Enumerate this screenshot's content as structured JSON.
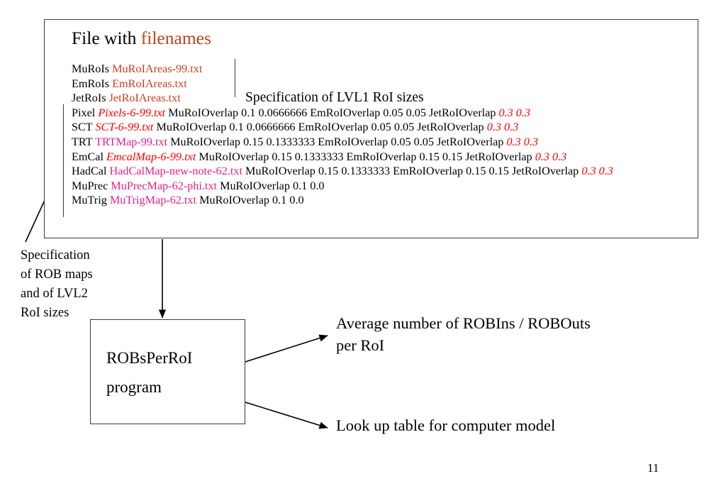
{
  "slide": {
    "page_number": "11"
  },
  "file_panel": {
    "title_plain": "File with ",
    "title_accent": "filenames",
    "accent_color": "#c8401c",
    "side_note": "Specification of LVL1 RoI sizes",
    "entries": [
      {
        "label": "MuRoIs",
        "filename": "MuRoIAreas-99.txt",
        "filename_style": "orange",
        "params": "",
        "tail": "",
        "tail_style": "none"
      },
      {
        "label": "EmRoIs",
        "filename": "EmRoIAreas.txt",
        "filename_style": "orange",
        "params": "",
        "tail": "",
        "tail_style": "none"
      },
      {
        "label": "JetRoIs",
        "filename": "JetRoIAreas.txt",
        "filename_style": "orange",
        "params": "",
        "tail": "",
        "tail_style": "none"
      },
      {
        "label": "Pixel",
        "filename": "Pixels-6-99.txt",
        "filename_style": "red-italic",
        "params": "MuRoIOverlap 0.1 0.0666666 EmRoIOverlap 0.05 0.05 JetRoIOverlap",
        "tail": "0.3 0.3",
        "tail_style": "red-italic"
      },
      {
        "label": "SCT",
        "filename": "SCT-6-99.txt",
        "filename_style": "red-italic",
        "params": "MuRoIOverlap 0.1 0.0666666 EmRoIOverlap 0.05 0.05 JetRoIOverlap",
        "tail": "0.3 0.3",
        "tail_style": "red-italic"
      },
      {
        "label": "TRT",
        "filename": "TRTMap-99.txt",
        "filename_style": "magenta",
        "params": "MuRoIOverlap 0.15 0.1333333 EmRoIOverlap 0.05 0.05 JetRoIOverlap",
        "tail": "0.3 0.3",
        "tail_style": "red-italic"
      },
      {
        "label": "EmCal",
        "filename": "EmcalMap-6-99.txt",
        "filename_style": "red-italic",
        "params": "MuRoIOverlap 0.15 0.1333333 EmRoIOverlap 0.15 0.15 JetRoIOverlap",
        "tail": "0.3 0.3",
        "tail_style": "red-italic"
      },
      {
        "label": "HadCal",
        "filename": "HadCalMap-new-note-62.txt",
        "filename_style": "magenta",
        "params": "MuRoIOverlap 0.15 0.1333333 EmRoIOverlap 0.15 0.15 JetRoIOverlap",
        "tail": "0.3 0.3",
        "tail_style": "red-italic"
      },
      {
        "label": "MuPrec",
        "filename": "MuPrecMap-62-phi.txt",
        "filename_style": "magenta",
        "params": "MuRoIOverlap 0.1 0.0",
        "tail": "",
        "tail_style": "none"
      },
      {
        "label": "MuTrig",
        "filename": "MuTrigMap-62.txt",
        "filename_style": "magenta",
        "params": "MuRoIOverlap 0.1 0.0",
        "tail": "",
        "tail_style": "none"
      }
    ]
  },
  "left_caption": {
    "lines": [
      "Specification",
      "of ROB maps",
      "and of LVL2",
      "RoI sizes"
    ]
  },
  "program_box": {
    "line1": "ROBsPerRoI",
    "line2": "program"
  },
  "outputs": [
    {
      "lines": [
        "Average number of ROBIns / ROBOuts",
        "per RoI"
      ]
    },
    {
      "lines": [
        "Look up table for computer model"
      ]
    }
  ]
}
